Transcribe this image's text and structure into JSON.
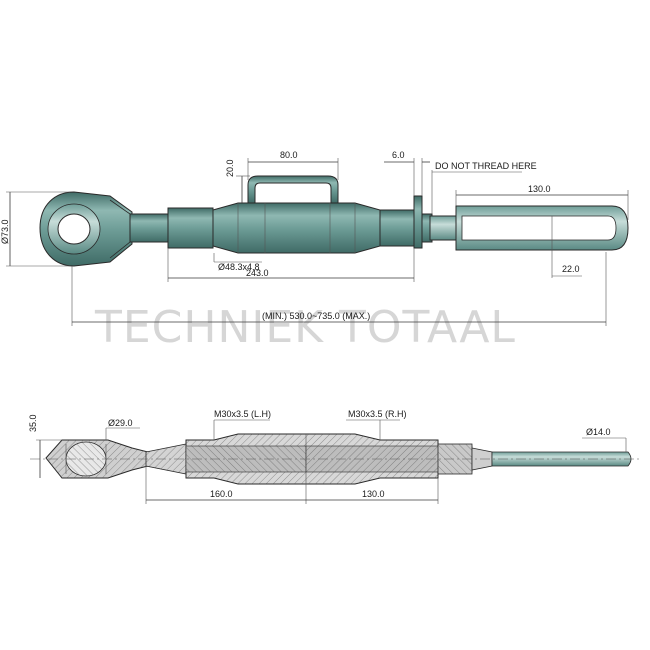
{
  "watermark": "TECHNIEK TOTAAL",
  "colors": {
    "body_fill": "#6f9e98",
    "body_light": "#a9c9c4",
    "body_dark": "#3f6b66",
    "section_fill": "#cfcfcf",
    "ink": "#1a1a1a"
  },
  "top_view": {
    "dims": {
      "eye_diameter": "Ø73.0",
      "handle_height": "20.0",
      "handle_width": "80.0",
      "plate_thickness": "6.0",
      "note": "DO NOT THREAD HERE",
      "slot_length": "130.0",
      "tube_diameter": "Ø48.3x4.8",
      "tube_length": "243.0",
      "slot_width": "22.0",
      "total_length": "(MIN.) 530.0~735.0 (MAX.)"
    }
  },
  "section_view": {
    "dims": {
      "ball_height": "35.0",
      "ball_diameter": "Ø29.0",
      "thread_left": "M30x3.5 (L.H)",
      "thread_right": "M30x3.5 (R.H)",
      "rod_diameter": "Ø14.0",
      "left_length": "160.0",
      "right_length": "130.0"
    }
  }
}
